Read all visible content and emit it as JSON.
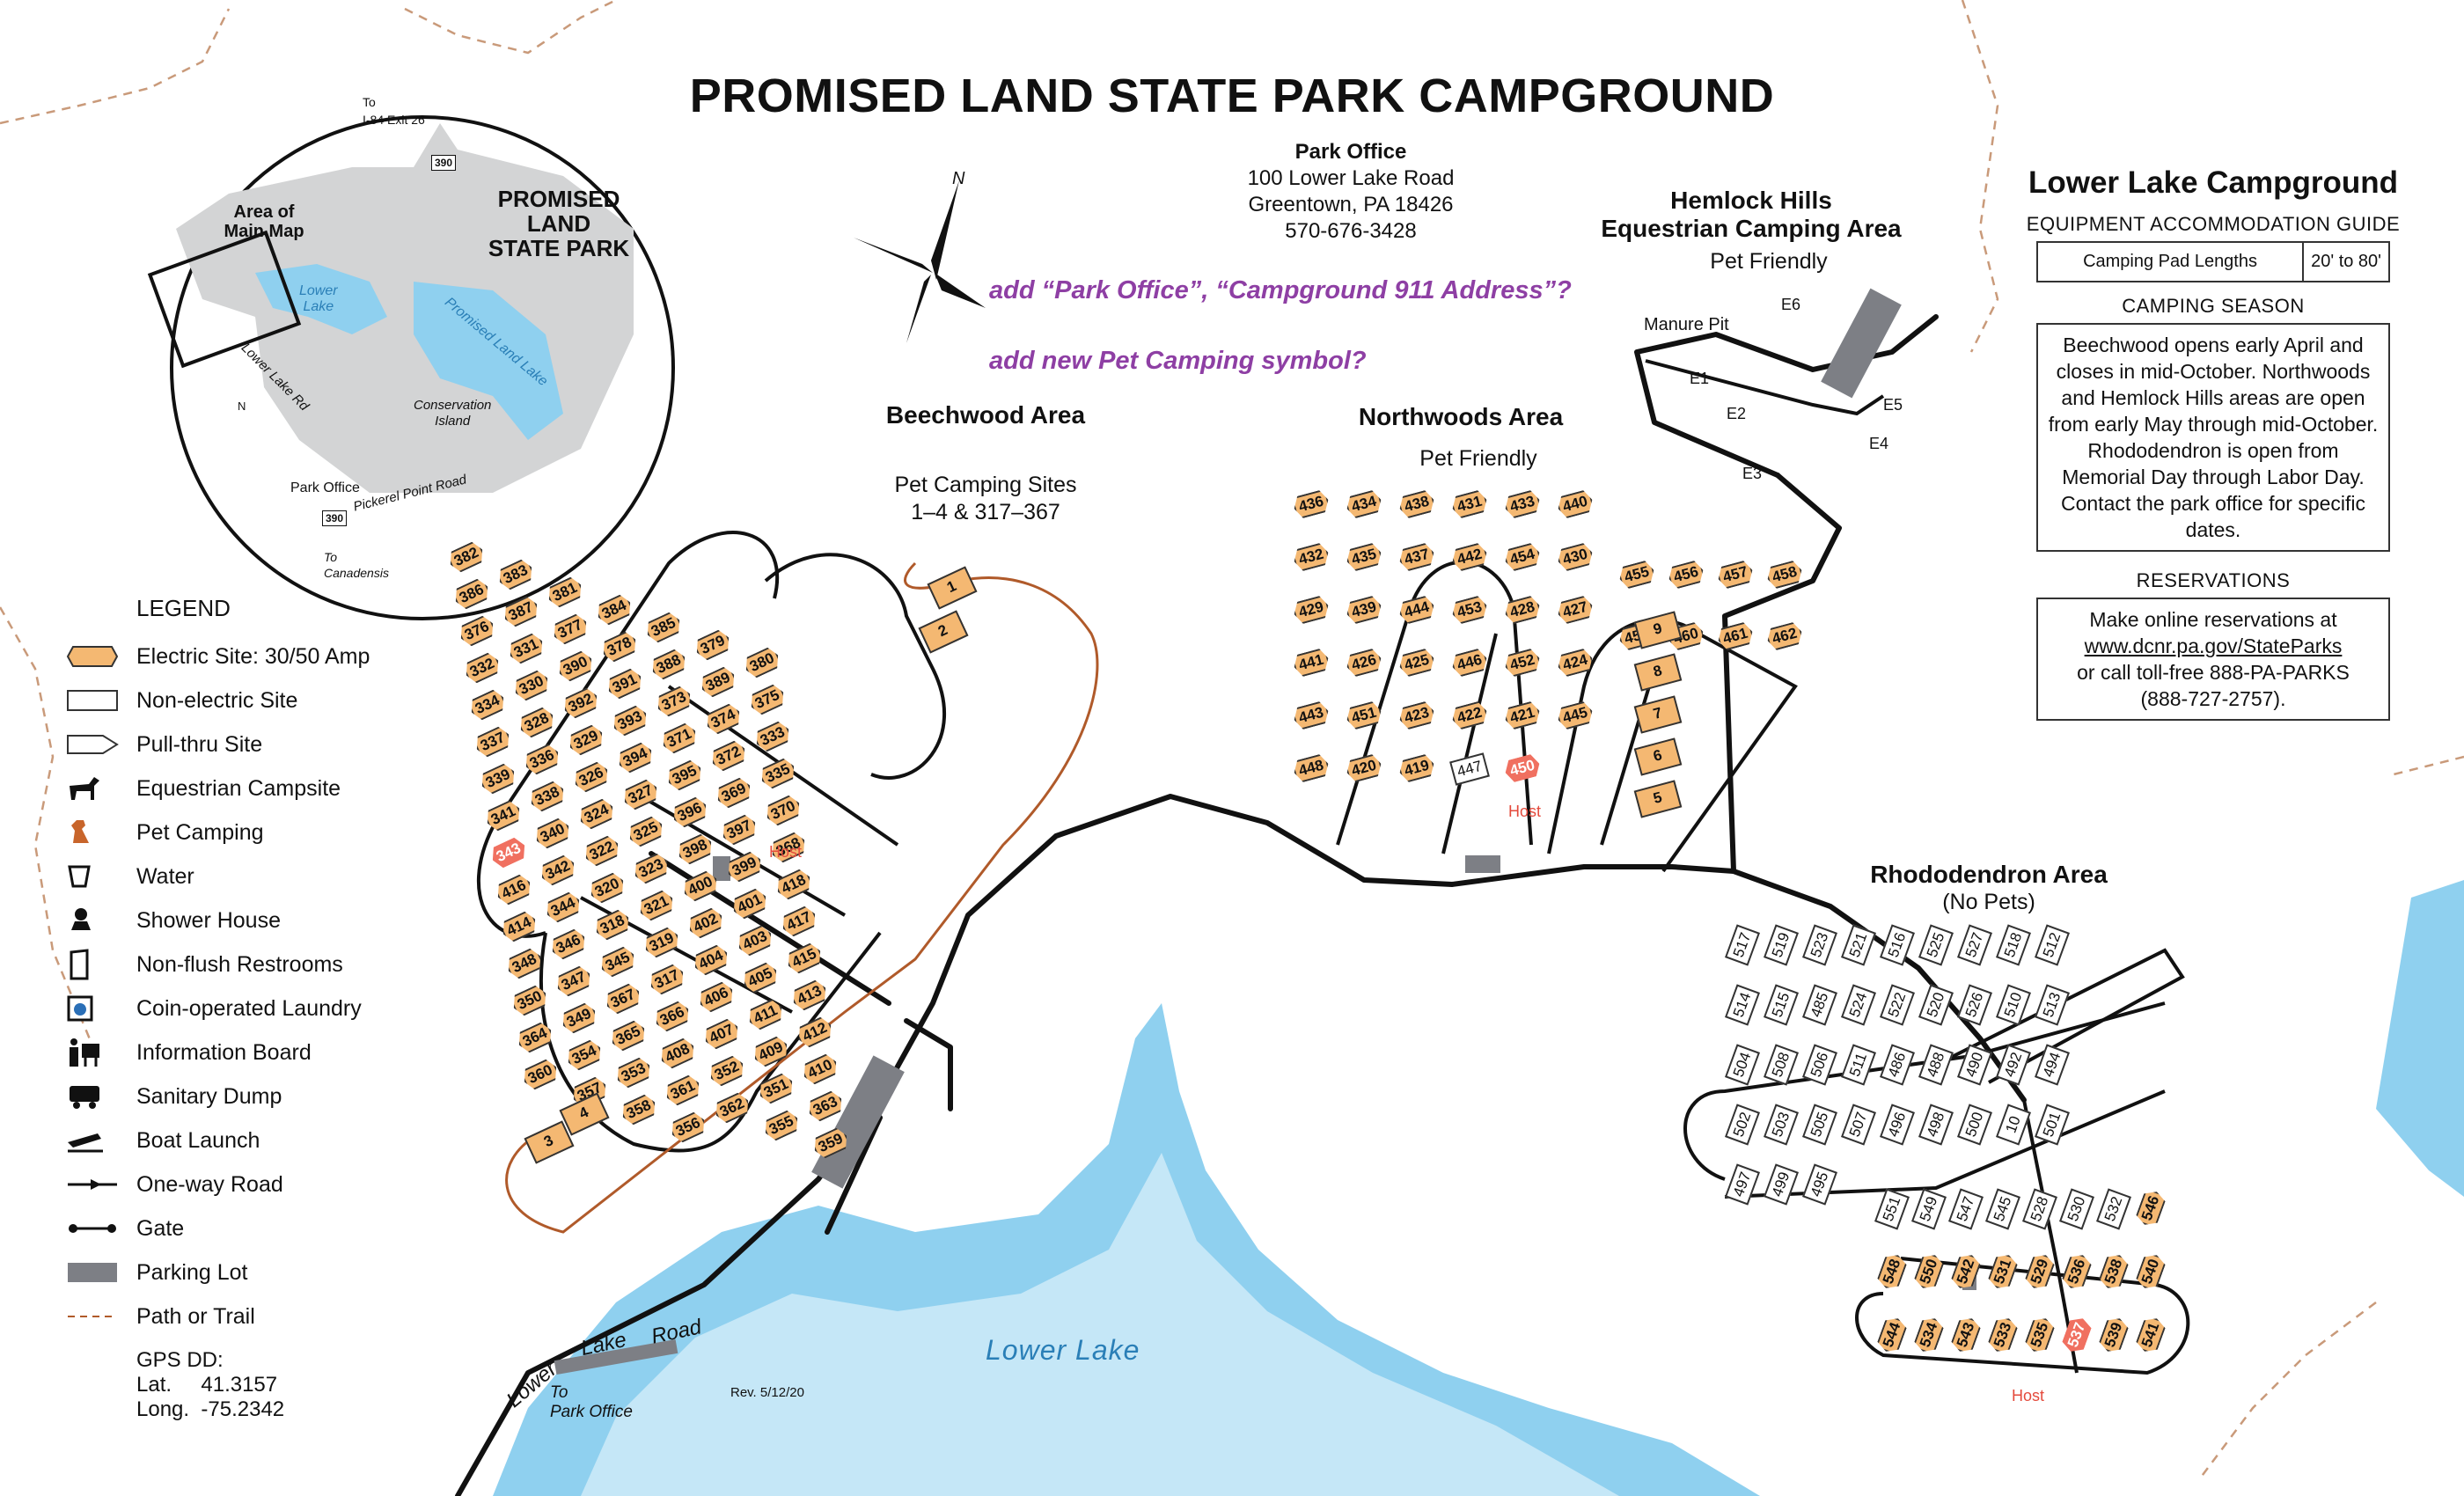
{
  "title": "PROMISED LAND STATE PARK CAMPGROUND",
  "office": {
    "heading": "Park Office",
    "address1": "100 Lower Lake Road",
    "address2": "Greentown, PA 18426",
    "phone": "570-676-3428"
  },
  "notes": {
    "note1": "add “Park Office”, “Campground 911 Address”?",
    "note2": "add new Pet Camping symbol?"
  },
  "compass": {
    "north": "N"
  },
  "inset": {
    "park_name_l1": "PROMISED",
    "park_name_l2": "LAND",
    "park_name_l3": "STATE PARK",
    "area_label_l1": "Area of",
    "area_label_l2": "Main Map",
    "to_l1": "To",
    "to_l2": "I-84 Exit 26",
    "route": "390",
    "route2": "390",
    "lower_lake_l1": "Lower",
    "lower_lake_l2": "Lake",
    "promised_lake": "Promised Land Lake",
    "conservation_l1": "Conservation",
    "conservation_l2": "Island",
    "lower_lake_rd": "Lower Lake Rd",
    "pickerel": "Pickerel Point Road",
    "park_office": "Park Office",
    "canadensis_l1": "To",
    "canadensis_l2": "Canadensis",
    "north": "N"
  },
  "areas": {
    "beechwood": {
      "title": "Beechwood Area",
      "sub1": "Pet Camping Sites",
      "sub2": "1–4 & 317–367"
    },
    "northwoods": {
      "title": "Northwoods Area",
      "sub1": "Pet Friendly"
    },
    "hemlock": {
      "title1": "Hemlock Hills",
      "title2": "Equestrian Camping Area",
      "sub1": "Pet Friendly",
      "manure": "Manure Pit"
    },
    "rhododendron": {
      "title": "Rhododendron Area",
      "sub1": "(No Pets)"
    }
  },
  "side": {
    "title": "Lower Lake Campground",
    "equip_heading": "EQUIPMENT ACCOMMODATION GUIDE",
    "pad_label": "Camping Pad Lengths",
    "pad_value": "20' to 80'",
    "season_heading": "CAMPING SEASON",
    "season_text": "Beechwood opens early April and closes in mid-October. Northwoods and Hemlock Hills areas are open from early May through mid-October. Rhododendron is open from Memorial Day through Labor Day. Contact the park office for specific dates.",
    "res_heading": "RESERVATIONS",
    "res_line1": "Make online reservations at",
    "res_link": "www.dcnr.pa.gov/StateParks",
    "res_line2": "or call toll-free 888-PA-PARKS",
    "res_line3": "(888-727-2757)."
  },
  "legend": {
    "heading": "LEGEND",
    "items": [
      {
        "label": "Electric Site: 30/50 Amp",
        "icon": "electric-site-icon"
      },
      {
        "label": "Non-electric Site",
        "icon": "non-electric-site-icon"
      },
      {
        "label": "Pull-thru Site",
        "icon": "pull-thru-icon"
      },
      {
        "label": "Equestrian Campsite",
        "icon": "horse-icon"
      },
      {
        "label": "Pet Camping",
        "icon": "dog-icon"
      },
      {
        "label": "Water",
        "icon": "water-icon"
      },
      {
        "label": "Shower House",
        "icon": "shower-icon"
      },
      {
        "label": "Non-flush Restrooms",
        "icon": "restroom-icon"
      },
      {
        "label": "Coin-operated Laundry",
        "icon": "laundry-icon"
      },
      {
        "label": "Information Board",
        "icon": "info-board-icon"
      },
      {
        "label": "Sanitary Dump",
        "icon": "dump-icon"
      },
      {
        "label": "Boat Launch",
        "icon": "boat-launch-icon"
      },
      {
        "label": "One-way Road",
        "icon": "one-way-icon"
      },
      {
        "label": "Gate",
        "icon": "gate-icon"
      },
      {
        "label": "Parking Lot",
        "icon": "parking-icon"
      },
      {
        "label": "Path or Trail",
        "icon": "trail-icon"
      }
    ]
  },
  "gps": {
    "heading": "GPS DD:",
    "lat_label": "Lat.",
    "lat": "41.3157",
    "long_label": "Long.",
    "long": "-75.2342"
  },
  "labels": {
    "lower_lake": "Lower Lake",
    "road1": "Lower",
    "road2": "Lake",
    "road3": "Road",
    "to_office1": "To",
    "to_office2": "Park Office",
    "rev": "Rev. 5/12/20",
    "host": "Host"
  },
  "colors": {
    "electric": "#f4b872",
    "electric_stroke": "#333333",
    "host": "#f07060",
    "water": "#8fd0ef",
    "trail": "#b05a2a",
    "dog": "#c8652b",
    "note": "#8e3fa4",
    "parking": "#7d7f85"
  },
  "sites": {
    "beechwood": [
      "382",
      "383",
      "381",
      "384",
      "385",
      "379",
      "380",
      "386",
      "387",
      "377",
      "378",
      "388",
      "389",
      "375",
      "376",
      "331",
      "390",
      "391",
      "373",
      "374",
      "333",
      "332",
      "330",
      "392",
      "393",
      "371",
      "372",
      "335",
      "334",
      "328",
      "329",
      "394",
      "395",
      "369",
      "370",
      "337",
      "336",
      "326",
      "327",
      "396",
      "397",
      "368",
      "339",
      "338",
      "324",
      "325",
      "398",
      "399",
      "418",
      "341",
      "340",
      "322",
      "323",
      "400",
      "401",
      "417",
      "343",
      "342",
      "320",
      "321",
      "402",
      "403",
      "415",
      "416",
      "344",
      "318",
      "319",
      "404",
      "405",
      "413",
      "414",
      "346",
      "345",
      "317",
      "406",
      "411",
      "412",
      "348",
      "347",
      "367",
      "366",
      "407",
      "409",
      "410",
      "350",
      "349",
      "365",
      "408",
      "352",
      "351",
      "363",
      "364",
      "354",
      "353",
      "361",
      "362",
      "355",
      "359",
      "360",
      "357",
      "358",
      "356"
    ],
    "beechwood_pull": [
      "1",
      "2",
      "3",
      "4"
    ],
    "northwoods": [
      "436",
      "434",
      "438",
      "431",
      "433",
      "440",
      "432",
      "435",
      "437",
      "442",
      "454",
      "430",
      "429",
      "439",
      "444",
      "453",
      "428",
      "427",
      "441",
      "426",
      "425",
      "446",
      "452",
      "424",
      "443",
      "451",
      "423",
      "422",
      "421",
      "445",
      "448",
      "420",
      "419",
      "447",
      "450"
    ],
    "northwoods_pull": [
      "455",
      "456",
      "457",
      "458",
      "459",
      "460",
      "461",
      "462",
      "9",
      "8",
      "7",
      "6",
      "5"
    ],
    "equestrian": [
      "E1",
      "E2",
      "E3",
      "E4",
      "E5",
      "E6"
    ],
    "rhodo_upper": [
      "517",
      "519",
      "523",
      "521",
      "516",
      "525",
      "527",
      "518",
      "512",
      "514",
      "515",
      "485",
      "524",
      "522",
      "520",
      "526",
      "510",
      "513",
      "504",
      "508",
      "506",
      "511",
      "486",
      "488",
      "490",
      "492",
      "494",
      "502",
      "503",
      "505",
      "507",
      "496",
      "498",
      "500",
      "10",
      "501",
      "497",
      "499",
      "495"
    ],
    "rhodo_lower": [
      "551",
      "549",
      "547",
      "545",
      "528",
      "530",
      "532",
      "546",
      "548",
      "550",
      "542",
      "531",
      "529",
      "536",
      "538",
      "540",
      "544",
      "534",
      "543",
      "533",
      "535",
      "537",
      "539",
      "541"
    ]
  }
}
